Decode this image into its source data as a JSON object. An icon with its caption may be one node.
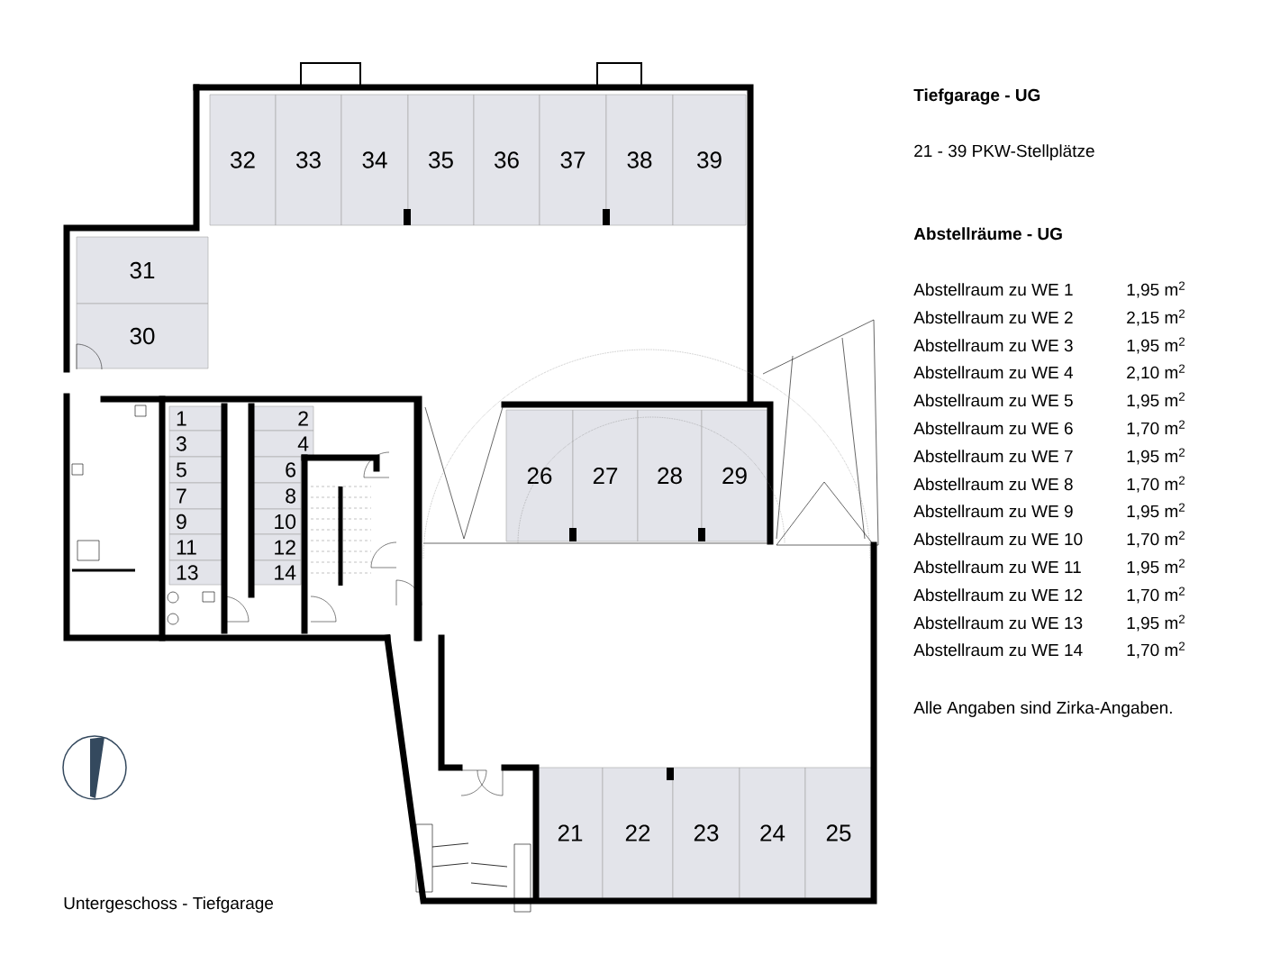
{
  "diagram": {
    "caption": "Untergeschoss - Tiefgarage",
    "nodes": [
      {
        "text": [
          "32"
        ]
      },
      {
        "text": [
          "33"
        ]
      },
      {
        "text": [
          "34"
        ]
      },
      {
        "text": [
          "35"
        ]
      },
      {
        "text": [
          "36"
        ]
      },
      {
        "text": [
          "37"
        ]
      },
      {
        "text": [
          "38"
        ]
      },
      {
        "text": [
          "39"
        ]
      },
      {
        "text": [
          "31"
        ]
      },
      {
        "text": [
          "30"
        ]
      },
      {
        "text": [
          "1"
        ]
      },
      {
        "text": [
          "2"
        ]
      },
      {
        "text": [
          "3"
        ]
      },
      {
        "text": [
          "4"
        ]
      },
      {
        "text": [
          "5"
        ]
      },
      {
        "text": [
          "6"
        ]
      },
      {
        "text": [
          "7"
        ]
      },
      {
        "text": [
          "8"
        ]
      },
      {
        "text": [
          "9"
        ]
      },
      {
        "text": [
          "10"
        ]
      },
      {
        "text": [
          "11"
        ]
      },
      {
        "text": [
          "12"
        ]
      },
      {
        "text": [
          "13"
        ]
      },
      {
        "text": [
          "14"
        ]
      },
      {
        "text": [
          "26"
        ]
      },
      {
        "text": [
          "27"
        ]
      },
      {
        "text": [
          "28"
        ]
      },
      {
        "text": [
          "29"
        ]
      },
      {
        "text": [
          "21"
        ]
      },
      {
        "text": [
          "22"
        ]
      },
      {
        "text": [
          "23"
        ]
      },
      {
        "text": [
          "24"
        ]
      },
      {
        "text": [
          "25"
        ]
      }
    ],
    "labels": [
      "Tiefgarage - UG",
      "21 - 39 PKW-Stellplätze",
      "Abstellräume - UG",
      "Abstellraum zu WE 1",
      "1,95 m$^{2}$",
      "Abstellraum zu WE 2",
      "2,15 m$^{2}$",
      "Abstellraum zu WE 3",
      "1,95 m$^{2}$",
      "Abstellraum zu WE 4",
      "2,10 m$^{2}$",
      "Abstellraum zu WE 5",
      "1,95 m$^{2}$",
      "Abstellraum zu WE 6",
      "1,70 m$^{2}$",
      "Abstellraum zu WE 7",
      "1,95 m$^{2}$",
      "Abstellraum zu WE 8",
      "1,70 m$^{2}$",
      "Abstellraum zu WE 9",
      "1,95 m$^{2}$",
      "Abstellraum zu WE 10",
      "1,70 m$^{2}$",
      "Abstellraum zu WE 11",
      "1,95 m$^{2}$",
      "Abstellraum zu WE 12",
      "1,70 m$^{2}$",
      "Abstellraum zu WE 13",
      "1,95 m$^{2}$",
      "Abstellraum zu WE 14",
      "1,70 m$^{2}$",
      "Alle Angaben sind Zirka-Angaben."
    ]
  }
}
